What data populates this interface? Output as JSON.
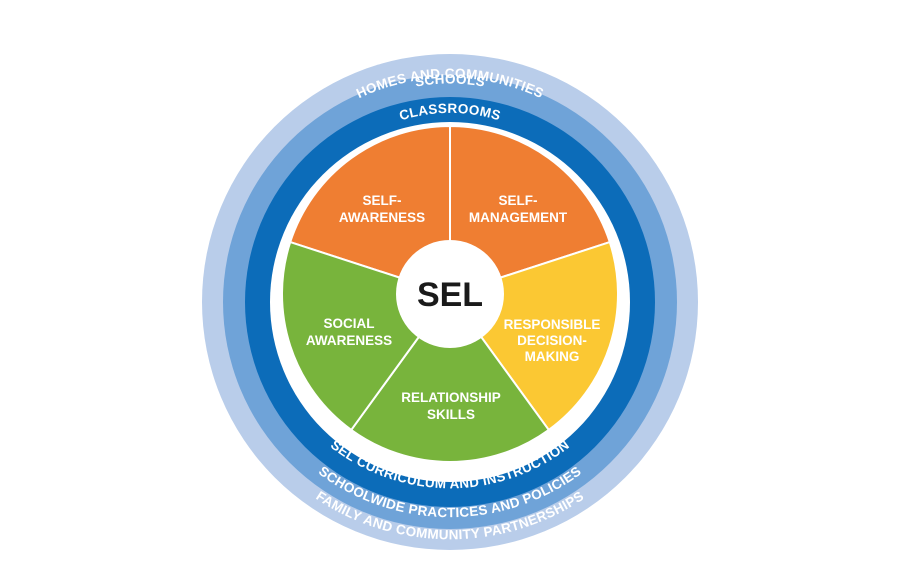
{
  "diagram": {
    "center_label": "SEL",
    "colors": {
      "ring_outer": "#b9cdea",
      "ring_middle": "#6fa3d8",
      "ring_inner": "#0c6cb9",
      "self_awareness": "#ef7e32",
      "self_management": "#ef7e32",
      "responsible_decision_making": "#fbc833",
      "relationship_skills": "#78b43c",
      "social_awareness": "#78b43c",
      "center_fill": "#ffffff",
      "segment_border": "#ffffff"
    },
    "rings": {
      "outer": {
        "top_label": "HOMES AND COMMUNITIES",
        "bottom_label": "FAMILY AND COMMUNITY PARTNERSHIPS"
      },
      "middle": {
        "top_label": "SCHOOLS",
        "bottom_label": "SCHOOLWIDE PRACTICES AND POLICIES"
      },
      "inner": {
        "top_label": "CLASSROOMS",
        "bottom_label": "SEL CURRICULUM AND INSTRUCTION"
      }
    },
    "competencies": [
      {
        "key": "self_awareness",
        "lines": [
          "SELF-",
          "AWARENESS"
        ]
      },
      {
        "key": "self_management",
        "lines": [
          "SELF-",
          "MANAGEMENT"
        ]
      },
      {
        "key": "responsible_decision_making",
        "lines": [
          "RESPONSIBLE",
          "DECISION-",
          "MAKING"
        ]
      },
      {
        "key": "relationship_skills",
        "lines": [
          "RELATIONSHIP",
          "SKILLS"
        ]
      },
      {
        "key": "social_awareness",
        "lines": [
          "SOCIAL",
          "AWARENESS"
        ]
      }
    ]
  }
}
